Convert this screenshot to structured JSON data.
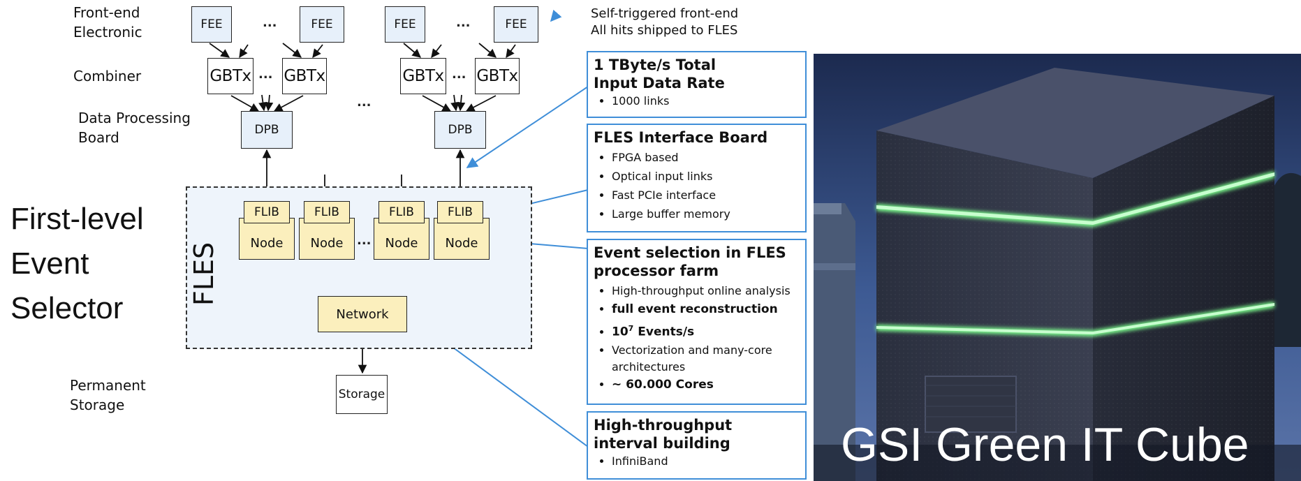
{
  "diagram": {
    "left_labels": {
      "frontend": "Front-end\nElectronic",
      "combiner": "Combiner",
      "dpb": "Data Processing\nBoard",
      "storage": "Permanent\nStorage"
    },
    "fee_label": "FEE",
    "gbtx_label": "GBTx",
    "dpb_label": "DPB",
    "flib_label": "FLIB",
    "node_label": "Node",
    "network_label": "Network",
    "storage_label": "Storage",
    "fles_label": "FLES",
    "ellipsis": "...",
    "selector_title": [
      "First-level",
      "Event",
      "Selector"
    ],
    "top_note": [
      "Self-triggered front-end",
      "All hits shipped to FLES"
    ]
  },
  "info_boxes": {
    "data_rate": {
      "title_lines": [
        "1 TByte/s Total",
        "Input Data Rate"
      ],
      "items": [
        "1000 links"
      ]
    },
    "flib": {
      "title": "FLES Interface Board",
      "items": [
        "FPGA based",
        "Optical input links",
        "Fast PCIe interface",
        "Large buffer memory"
      ]
    },
    "farm": {
      "title_lines": [
        "Event selection in FLES",
        "processor farm"
      ],
      "items": [
        "High-throughput online analysis",
        "full event reconstruction",
        "10",
        "7",
        " Events/s",
        "Vectorization and many-core architectures",
        "~ 60.000 Cores"
      ]
    },
    "network": {
      "title_lines": [
        "High-throughput",
        "interval building"
      ],
      "items": [
        "InfiniBand"
      ]
    }
  },
  "photo": {
    "caption": "GSI Green IT Cube"
  },
  "colors": {
    "accent_blue": "#3f8ed8",
    "fee_fill": "#e7f0fa",
    "flib_fill": "#fbefbd",
    "fles_area": "#eef4fb",
    "glow_green": "#7dff8e"
  }
}
